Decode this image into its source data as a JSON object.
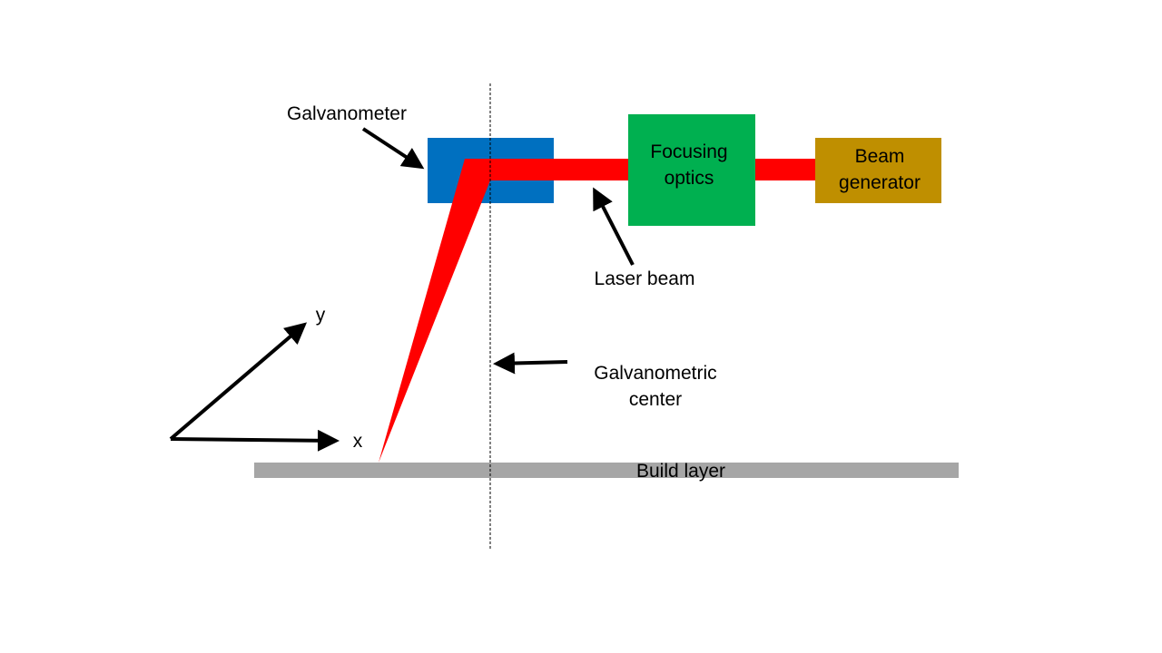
{
  "labels": {
    "galvanometer": "Galvanometer",
    "focusing_optics_line1": "Focusing",
    "focusing_optics_line2": "optics",
    "beam_generator_line1": "Beam",
    "beam_generator_line2": "generator",
    "laser_beam": "Laser beam",
    "galvanometric_center_line1": "Galvanometric",
    "galvanometric_center_line2": "center",
    "build_layer": "Build layer",
    "axis_x": "x",
    "axis_y": "y"
  },
  "colors": {
    "galvanometer": "#0070c0",
    "focusing_optics": "#00b050",
    "beam_generator": "#bf8f00",
    "laser_beam": "#ff0000",
    "build_layer": "#a6a6a6",
    "arrows": "#000000"
  }
}
